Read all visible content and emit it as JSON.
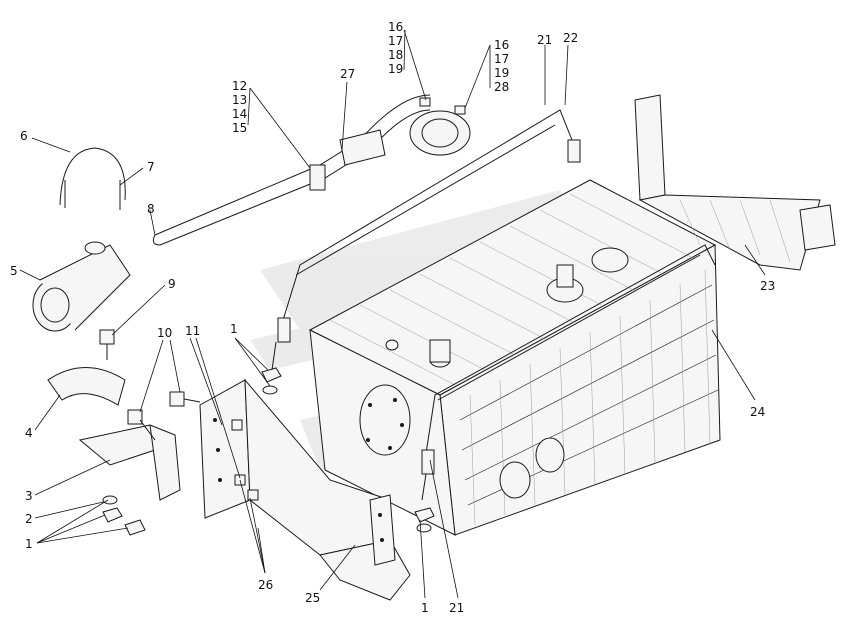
{
  "callouts": {
    "c1a": "1",
    "c1b": "1",
    "c1c": "1",
    "c2": "2",
    "c3": "3",
    "c4": "4",
    "c5": "5",
    "c6": "6",
    "c7": "7",
    "c8": "8",
    "c9": "9",
    "c10": "10",
    "c11": "11",
    "c12": "12",
    "c13": "13",
    "c14": "14",
    "c15": "15",
    "c16a": "16",
    "c17a": "17",
    "c18": "18",
    "c19a": "19",
    "c16b": "16",
    "c17b": "17",
    "c19b": "19",
    "c28": "28",
    "c21a": "21",
    "c21b": "21",
    "c22": "22",
    "c23": "23",
    "c24": "24",
    "c25": "25",
    "c26": "26",
    "c27": "27"
  },
  "colors": {
    "line": "#1a1a1a",
    "hatch": "#9a9a9a",
    "watermark": "#c8c8c8"
  },
  "watermark": "logo-watermark"
}
